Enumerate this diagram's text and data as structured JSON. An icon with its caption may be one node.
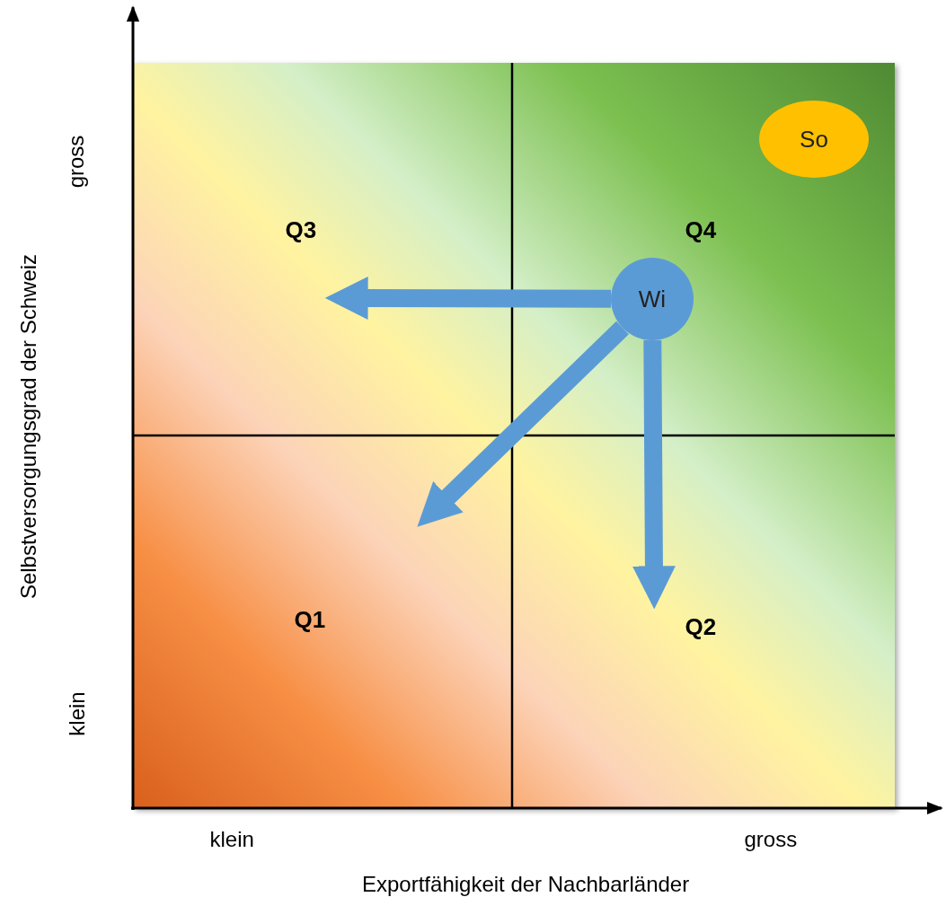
{
  "diagram": {
    "nodes": [
      {
        "text": [
          "So"
        ]
      },
      {
        "text": [
          "Wi"
        ]
      }
    ],
    "edges": [
      {
        "from": 1,
        "to": null,
        "arrow": "to"
      },
      {
        "from": 1,
        "to": null,
        "arrow": "to"
      },
      {
        "from": 1,
        "to": null,
        "arrow": "to"
      }
    ],
    "labels": [
      "gross",
      "Q3",
      "Q4",
      "Selbstversorgungsgrad der Schweiz",
      "Q1",
      "Q2",
      "klein",
      "klein",
      "gross",
      "Exportfähigkeit der Nachbarländer"
    ]
  }
}
